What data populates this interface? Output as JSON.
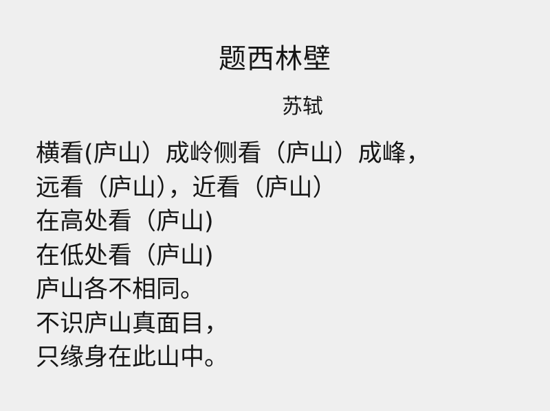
{
  "title": "题西林壁",
  "author": "苏轼",
  "lines": [
    "横看(庐山）成岭侧看（庐山）成峰，",
    "远看（庐山），近看（庐山）",
    "在高处看（庐山)",
    "在低处看（庐山)",
    "庐山各不相同。",
    "不识庐山真面目，",
    "只缘身在此山中。"
  ]
}
